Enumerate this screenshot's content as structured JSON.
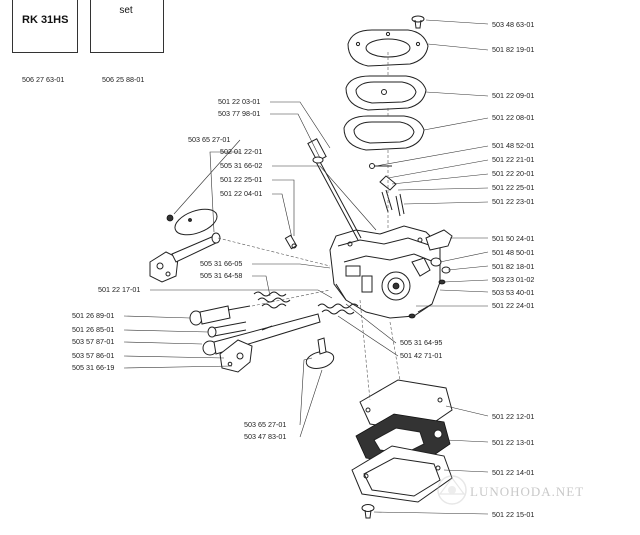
{
  "kits": [
    {
      "name": "RK 31HS",
      "sub": "",
      "part_number": "506 27 63-01"
    },
    {
      "name": "",
      "sub": "set",
      "part_number": "506 25 88-01"
    }
  ],
  "right_labels": [
    "503 48 63-01",
    "501 82 19-01",
    "501 22 09-01",
    "501 22 08-01",
    "501 48 52-01",
    "501 22 21-01",
    "501 22 20-01",
    "501 22 25-01",
    "501 22 23-01",
    "501 50 24-01",
    "501 48 50-01",
    "501 82 18-01",
    "503 23 01-02",
    "503 53 40-01",
    "501 22 24-01",
    "501 22 12-01",
    "501 22 13-01",
    "501 22 14-01",
    "501 22 15-01"
  ],
  "upper_left_labels": [
    "501 22 03-01",
    "503 77 98-01",
    "503 65 27-01",
    "502 01 22-01",
    "505 31 66-02",
    "501 22 25-01",
    "501 22 04-01"
  ],
  "mid_left_labels": [
    "505 31 66-05",
    "505 31 64-58"
  ],
  "lower_left_labels": [
    "501 22 17-01",
    "501 26 89-01",
    "501 26 85-01",
    "503 57 87-01",
    "503 57 86-01",
    "505 31 66-19"
  ],
  "bottom_center_labels": [
    "503 65 27-01",
    "503 47 83-01"
  ],
  "center_labels": [
    "505 31 64-95",
    "501 42 71-01"
  ],
  "watermark": "LUNOHODA.NET"
}
